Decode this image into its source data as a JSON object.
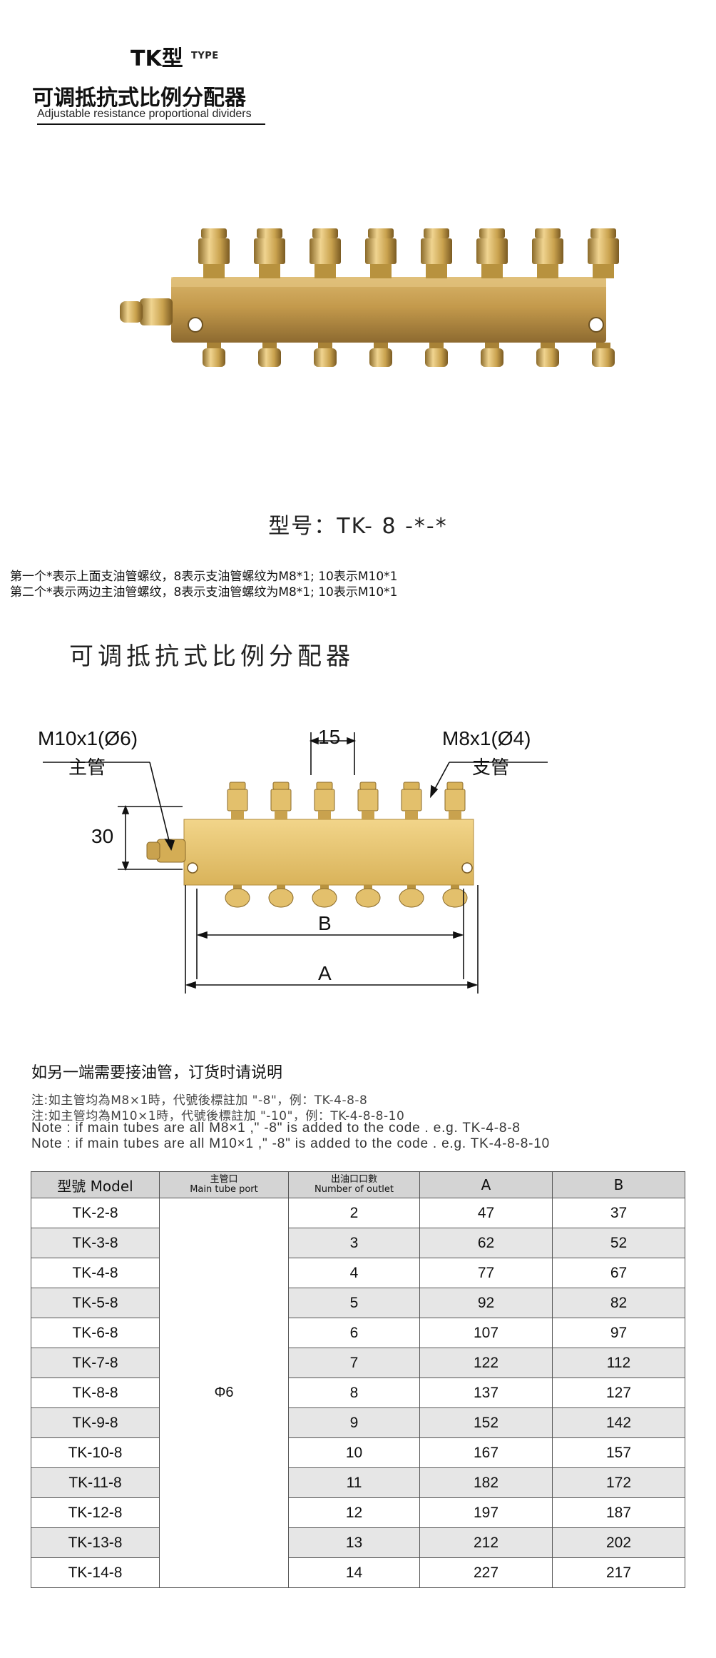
{
  "header": {
    "type_title": "TK型",
    "type_word": "TYPE",
    "product_title_zh": "可调抵抗式比例分配器",
    "product_subtitle_en": "Adjustable resistance proportional dividers"
  },
  "model_code": "型号：TK- 8 -*-*",
  "notes": [
    "第一个*表示上面支油管螺纹，8表示支油管螺纹为M8*1; 10表示M10*1",
    "第二个*表示两边主油管螺纹，8表示支油管螺纹为M8*1; 10表示M10*1"
  ],
  "drawing": {
    "title": "可调抵抗式比例分配器",
    "main_thread": "M10x1(Ø6)",
    "main_label": "主管",
    "branch_thread": "M8x1(Ø4)",
    "branch_label": "支管",
    "pitch": "15",
    "height": "30",
    "dim_b": "B",
    "dim_a": "A"
  },
  "order_note": "如另一端需要接油管，订货时请说明",
  "code_notes": [
    "注:如主管均為M8×1時，代號後標註加 \"-8\"，例：TK-4-8-8",
    "注:如主管均為M10×1時，代號後標註加 \"-10\"，例：TK-4-8-8-10",
    "Note : if main tubes are all M8×1 ,\" -8\" is added to the code . e.g. TK-4-8-8",
    "Note : if main tubes are all M10×1 ,\" -8\" is added to the code . e.g. TK-4-8-8-10"
  ],
  "table": {
    "headers": {
      "model": "型號 Model",
      "main_port_zh": "主管口",
      "main_port_en": "Main tube port",
      "outlets_zh": "出油口口數",
      "outlets_en": "Number of outlet",
      "a": "A",
      "b": "B"
    },
    "main_port_value": "Φ6",
    "rows": [
      {
        "model": "TK-2-8",
        "outlets": "2",
        "a": "47",
        "b": "37"
      },
      {
        "model": "TK-3-8",
        "outlets": "3",
        "a": "62",
        "b": "52"
      },
      {
        "model": "TK-4-8",
        "outlets": "4",
        "a": "77",
        "b": "67"
      },
      {
        "model": "TK-5-8",
        "outlets": "5",
        "a": "92",
        "b": "82"
      },
      {
        "model": "TK-6-8",
        "outlets": "6",
        "a": "107",
        "b": "97"
      },
      {
        "model": "TK-7-8",
        "outlets": "7",
        "a": "122",
        "b": "112"
      },
      {
        "model": "TK-8-8",
        "outlets": "8",
        "a": "137",
        "b": "127"
      },
      {
        "model": "TK-9-8",
        "outlets": "9",
        "a": "152",
        "b": "142"
      },
      {
        "model": "TK-10-8",
        "outlets": "10",
        "a": "167",
        "b": "157"
      },
      {
        "model": "TK-11-8",
        "outlets": "11",
        "a": "182",
        "b": "172"
      },
      {
        "model": "TK-12-8",
        "outlets": "12",
        "a": "197",
        "b": "187"
      },
      {
        "model": "TK-13-8",
        "outlets": "13",
        "a": "212",
        "b": "202"
      },
      {
        "model": "TK-14-8",
        "outlets": "14",
        "a": "227",
        "b": "217"
      }
    ]
  },
  "colors": {
    "brass_light": "#e9c97a",
    "brass_mid": "#c9a24e",
    "brass_dark": "#8a6a2a",
    "table_header": "#d4d4d4",
    "table_shade": "#e6e6e6"
  }
}
